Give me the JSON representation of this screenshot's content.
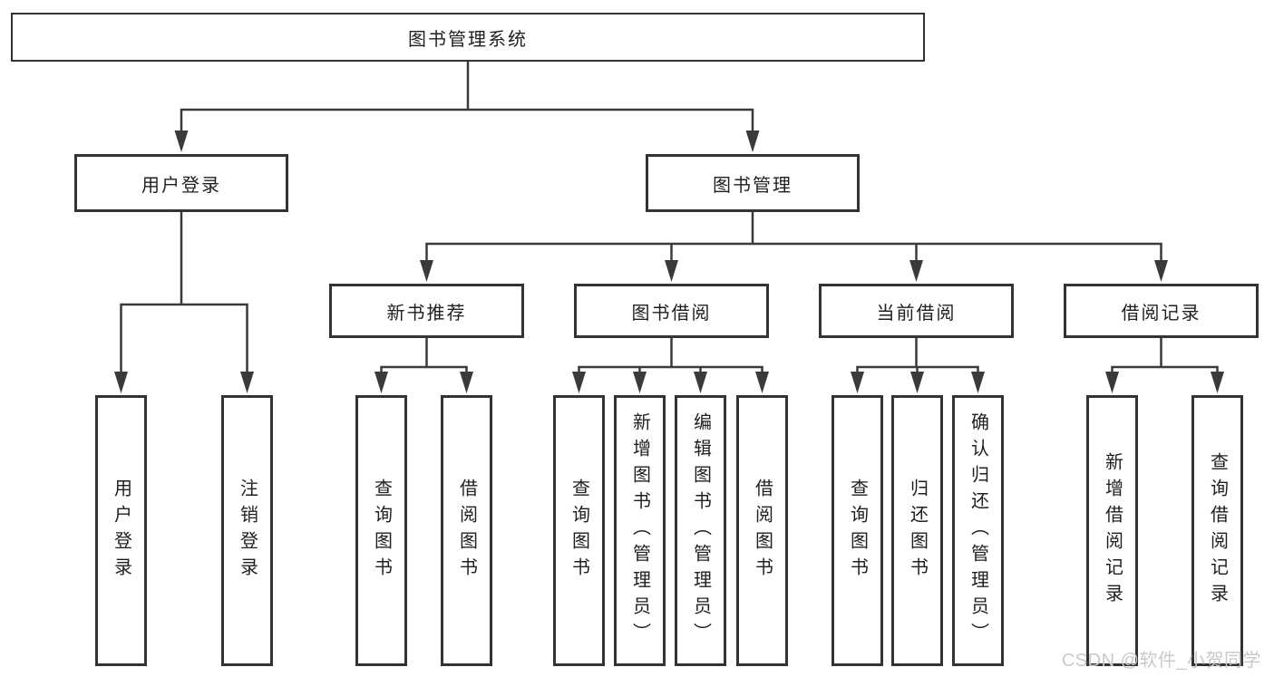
{
  "tree": {
    "root_label": "图书管理系统",
    "branches": [
      {
        "label": "用户登录",
        "children": [
          {
            "label": "用户登录"
          },
          {
            "label": "注销登录"
          }
        ]
      },
      {
        "label": "图书管理",
        "children": [
          {
            "label": "新书推荐",
            "children": [
              {
                "label": "查询图书"
              },
              {
                "label": "借阅图书"
              }
            ]
          },
          {
            "label": "图书借阅",
            "children": [
              {
                "label": "查询图书"
              },
              {
                "label": "新增图书（管理员）"
              },
              {
                "label": "编辑图书（管理员）"
              },
              {
                "label": "借阅图书"
              }
            ]
          },
          {
            "label": "当前借阅",
            "children": [
              {
                "label": "查询图书"
              },
              {
                "label": "归还图书"
              },
              {
                "label": "确认归还（管理员）"
              }
            ]
          },
          {
            "label": "借阅记录",
            "children": [
              {
                "label": "新增借阅记录"
              },
              {
                "label": "查询借阅记录"
              }
            ]
          }
        ]
      }
    ]
  },
  "watermark": {
    "text": "CSDN @软件_小贺同学"
  },
  "colors": {
    "line": "#3a3a3a",
    "box_border": "#333333",
    "text": "#1f1f1f",
    "background": "#ffffff",
    "watermark": "#c9c9c9"
  }
}
